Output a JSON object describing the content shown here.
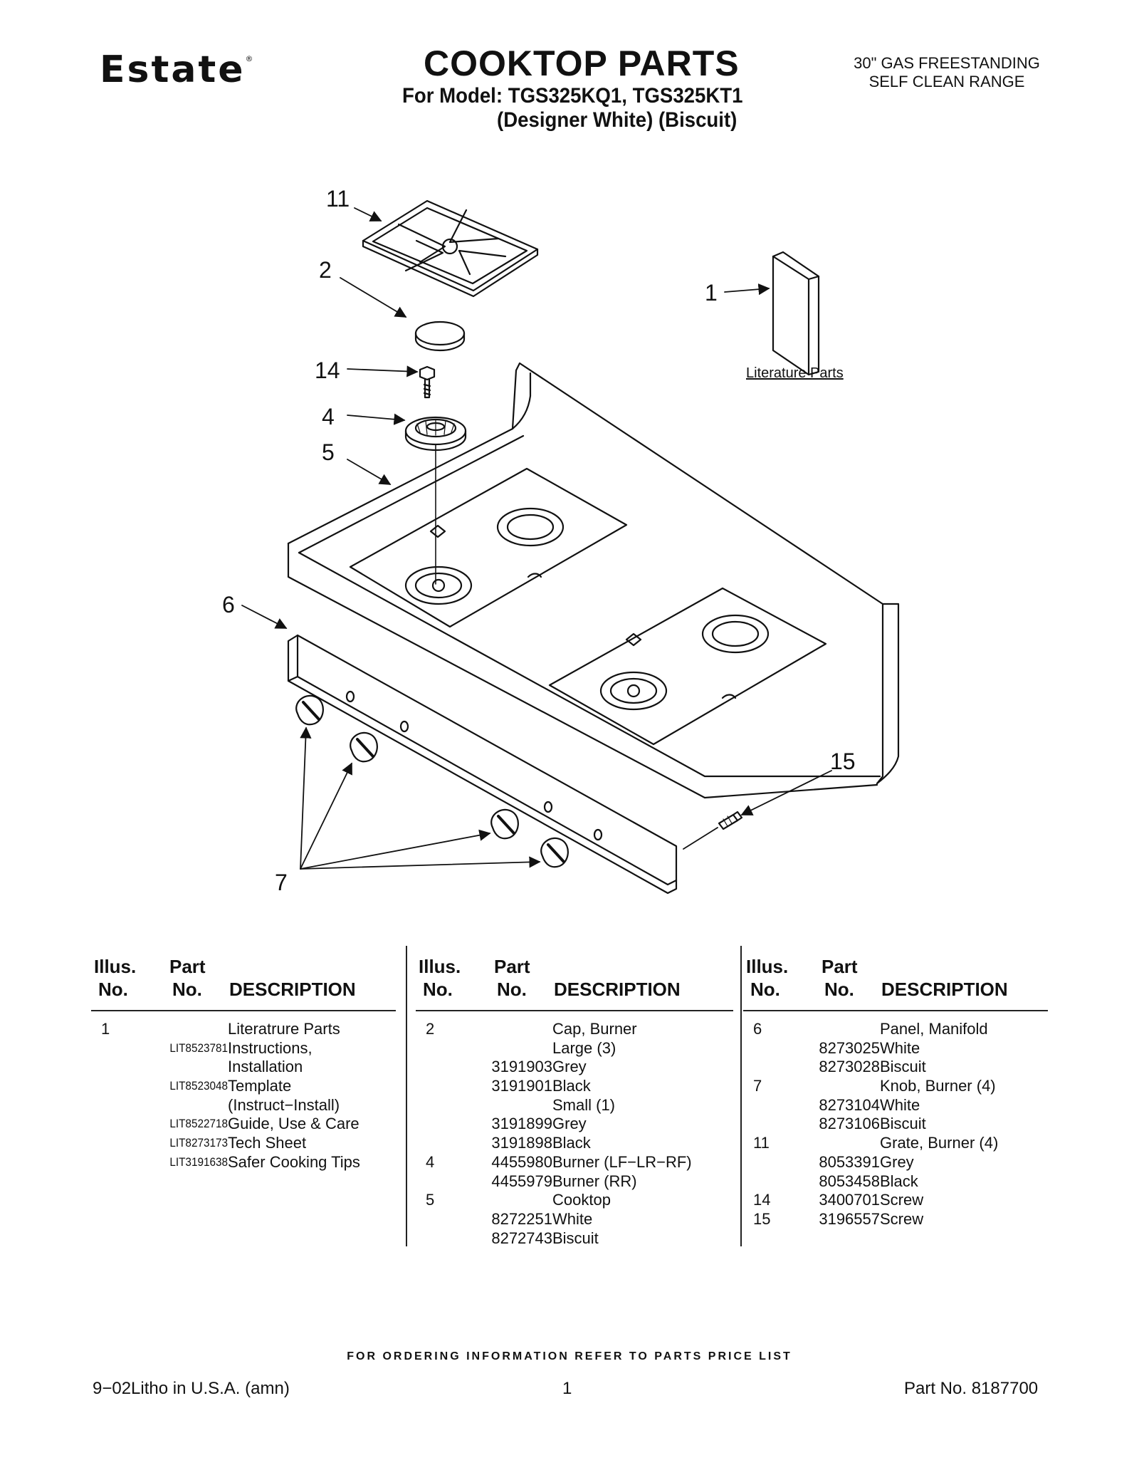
{
  "header": {
    "brand": "Estate",
    "brand_mark": "®",
    "title": "COOKTOP PARTS",
    "model_line": "For Model: TGS325KQ1, TGS325KT1",
    "variants_line": "(Designer White) (Biscuit)",
    "subtitle_line1": "30\" GAS FREESTANDING",
    "subtitle_line2": "SELF CLEAN RANGE"
  },
  "diagram": {
    "callouts": [
      "11",
      "2",
      "1",
      "14",
      "4",
      "5",
      "6",
      "15",
      "7"
    ],
    "literature_label": "Literature Parts"
  },
  "table": {
    "header": {
      "illus_line1": "Illus.",
      "illus_line2": "No.",
      "part_line1": "Part",
      "part_line2": "No.",
      "description": "DESCRIPTION"
    },
    "columns": [
      [
        {
          "illus": "1",
          "part": "",
          "desc": "Literatrure Parts"
        },
        {
          "illus": "",
          "part": "LIT8523781",
          "desc": "Instructions,"
        },
        {
          "illus": "",
          "part": "",
          "desc": "Installation"
        },
        {
          "illus": "",
          "part": "LIT8523048",
          "desc": "Template"
        },
        {
          "illus": "",
          "part": "",
          "desc": "(Instruct−Install)"
        },
        {
          "illus": "",
          "part": "LIT8522718",
          "desc": "Guide, Use & Care"
        },
        {
          "illus": "",
          "part": "LIT8273173",
          "desc": "Tech Sheet"
        },
        {
          "illus": "",
          "part": "LIT3191638",
          "desc": "Safer Cooking Tips"
        }
      ],
      [
        {
          "illus": "2",
          "part": "",
          "desc": "Cap, Burner"
        },
        {
          "illus": "",
          "part": "",
          "desc": "Large (3)"
        },
        {
          "illus": "",
          "part": "3191903",
          "desc": "Grey"
        },
        {
          "illus": "",
          "part": "3191901",
          "desc": "Black"
        },
        {
          "illus": "",
          "part": "",
          "desc": "Small (1)"
        },
        {
          "illus": "",
          "part": "3191899",
          "desc": "Grey"
        },
        {
          "illus": "",
          "part": "3191898",
          "desc": "Black"
        },
        {
          "illus": "4",
          "part": "4455980",
          "desc": "Burner (LF−LR−RF)"
        },
        {
          "illus": "",
          "part": "4455979",
          "desc": "Burner (RR)"
        },
        {
          "illus": "5",
          "part": "",
          "desc": "Cooktop"
        },
        {
          "illus": "",
          "part": "8272251",
          "desc": "White"
        },
        {
          "illus": "",
          "part": "8272743",
          "desc": "Biscuit"
        }
      ],
      [
        {
          "illus": "6",
          "part": "",
          "desc": "Panel, Manifold"
        },
        {
          "illus": "",
          "part": "8273025",
          "desc": "White"
        },
        {
          "illus": "",
          "part": "8273028",
          "desc": "Biscuit"
        },
        {
          "illus": "7",
          "part": "",
          "desc": "Knob, Burner (4)"
        },
        {
          "illus": "",
          "part": "8273104",
          "desc": "White"
        },
        {
          "illus": "",
          "part": "8273106",
          "desc": "Biscuit"
        },
        {
          "illus": "11",
          "part": "",
          "desc": "Grate, Burner (4)"
        },
        {
          "illus": "",
          "part": "8053391",
          "desc": "Grey"
        },
        {
          "illus": "",
          "part": "8053458",
          "desc": "Black"
        },
        {
          "illus": "14",
          "part": "3400701",
          "desc": "Screw"
        },
        {
          "illus": "15",
          "part": "3196557",
          "desc": "Screw"
        }
      ]
    ]
  },
  "footer": {
    "ordering_note": "FOR ORDERING INFORMATION REFER TO PARTS PRICE LIST",
    "litho": "9−02Litho in U.S.A. (amn)",
    "page_number": "1",
    "part_number": "Part No. 8187700"
  }
}
